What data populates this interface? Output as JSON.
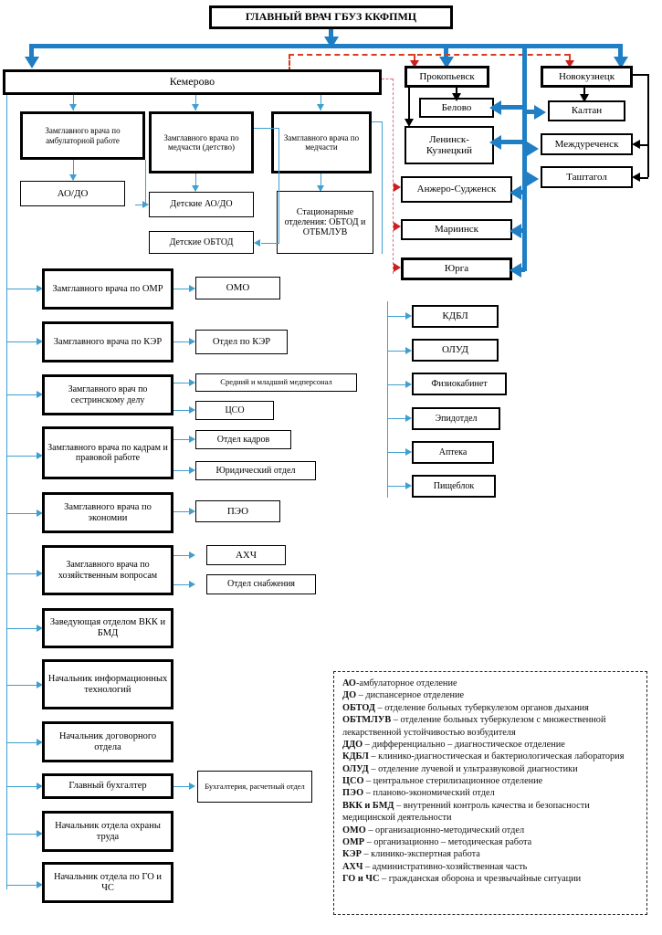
{
  "title": "Организационная структура ГБУЗ ККФПМЦ",
  "top": {
    "chief": "ГЛАВНЫЙ ВРАЧ ГБУЗ ККФПМЦ"
  },
  "branches": {
    "kemerovo": "Кемерово",
    "prokopyevsk": "Прокопьевск",
    "novokuznetsk": "Новокузнецк"
  },
  "kemerovo_deputies": [
    {
      "label": "Замглавного врача по амбулаторной работе"
    },
    {
      "label": "Замглавного врача по медчасти (детство)"
    },
    {
      "label": "Замглавного врача по медчасти"
    }
  ],
  "kemerovo_units": [
    {
      "label": "АО/ДО"
    },
    {
      "label": "Детские АО/ДО"
    },
    {
      "label": "Детские ОБТОД"
    },
    {
      "label": "Стационарные отделения: ОБТОД и ОТБМЛУВ"
    }
  ],
  "cities_left": [
    {
      "label": "Белово"
    },
    {
      "label": "Ленинск-Кузнецкий"
    },
    {
      "label": "Анжеро-Судженск"
    },
    {
      "label": "Мариинск"
    },
    {
      "label": "Юрга"
    }
  ],
  "cities_right": [
    {
      "label": "Калтан"
    },
    {
      "label": "Междуреченск"
    },
    {
      "label": "Таштагол"
    }
  ],
  "deputies": [
    {
      "label": "Замглавного врача по ОМР",
      "subs": [
        "ОМО"
      ]
    },
    {
      "label": "Замглавного врача по КЭР",
      "subs": [
        "Отдел по КЭР"
      ]
    },
    {
      "label": "Замглавного врач по сестринскому делу",
      "subs": [
        "Средний и младший медперсонал",
        "ЦСО"
      ]
    },
    {
      "label": "Замглавного врача по кадрам и правовой работе",
      "subs": [
        "Отдел кадров",
        "Юридический отдел"
      ]
    },
    {
      "label": "Замглавного врача по экономии",
      "subs": [
        "ПЭО"
      ]
    },
    {
      "label": "Замглавного врача по хозяйственным вопросам",
      "subs": [
        "АХЧ",
        "Отдел снабжения"
      ]
    },
    {
      "label": "Заведующая отделом ВКК и БМД",
      "subs": []
    },
    {
      "label": "Начальник информационных технологий",
      "subs": []
    },
    {
      "label": "Начальник договорного отдела",
      "subs": []
    },
    {
      "label": "Главный бухгалтер",
      "subs": [
        "Бухгалтерия, расчетный отдел"
      ]
    },
    {
      "label": "Начальник отдела охраны труда",
      "subs": []
    },
    {
      "label": "Начальник отдела по ГО и ЧС",
      "subs": []
    }
  ],
  "services": [
    {
      "label": "КДБЛ"
    },
    {
      "label": "ОЛУД"
    },
    {
      "label": "Физиокабинет"
    },
    {
      "label": "Эпидотдел"
    },
    {
      "label": "Аптека"
    },
    {
      "label": "Пищеблок"
    }
  ],
  "legend": [
    {
      "term": "АО",
      "sep": "-",
      "text": "амбулаторное отделение"
    },
    {
      "term": "ДО",
      "sep": " – ",
      "text": "диспансерное отделение"
    },
    {
      "term": "ОБТОД",
      "sep": " – ",
      "text": "отделение больных туберкулезом органов дыхания"
    },
    {
      "term": "ОБТМЛУВ",
      "sep": " – ",
      "text": "отделение больных туберкулезом с множественной лекарственной устойчивостью возбудителя"
    },
    {
      "term": "ДДО",
      "sep": " – ",
      "text": "дифференциально – диагностическое отделение"
    },
    {
      "term": "КДБЛ",
      "sep": " – ",
      "text": "клинико-диагностическая и бактериологическая лаборатория"
    },
    {
      "term": "ОЛУД",
      "sep": " – ",
      "text": "отделение лучевой и ультразвуковой диагностики"
    },
    {
      "term": "ЦСО",
      "sep": " – ",
      "text": "центральное стерилизационное отделение"
    },
    {
      "term": "ПЭО",
      "sep": " – ",
      "text": "планово-экономический отдел"
    },
    {
      "term": "ВКК и БМД",
      "sep": " – ",
      "text": "внутренний контроль качества и безопасности медицинской деятельности"
    },
    {
      "term": "ОМО",
      "sep": " – ",
      "text": "организационно-методический отдел"
    },
    {
      "term": "ОМР",
      "sep": " – ",
      "text": "организационно – методическая работа"
    },
    {
      "term": "КЭР",
      "sep": " – ",
      "text": "клинико-экспертная работа"
    },
    {
      "term": "АХЧ",
      "sep": " – ",
      "text": "административно-хозяйственная часть"
    },
    {
      "term": "ГО и ЧС",
      "sep": " – ",
      "text": "гражданская оборона и чрезвычайные ситуации"
    }
  ],
  "colors": {
    "thin_connector": "#3f9fd0",
    "thick_connector": "#1f7ec4",
    "dashed_red": "#d83b1e",
    "dashed_pink": "#e06a7a",
    "black": "#000000"
  }
}
